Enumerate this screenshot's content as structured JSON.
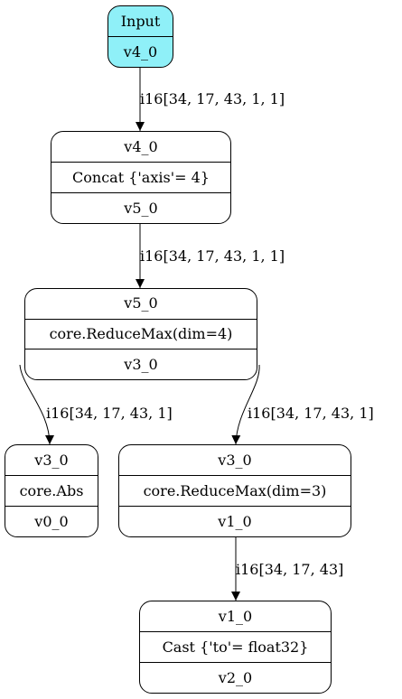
{
  "nodes": {
    "input": {
      "rows": [
        "Input",
        "v4_0"
      ],
      "fill": "#8ff0f8"
    },
    "concat": {
      "rows": [
        "v4_0",
        "Concat {'axis'= 4}",
        "v5_0"
      ]
    },
    "reduce4": {
      "rows": [
        "v5_0",
        "core.ReduceMax(dim=4)",
        "v3_0"
      ]
    },
    "abs": {
      "rows": [
        "v3_0",
        "core.Abs",
        "v0_0"
      ]
    },
    "reduce3": {
      "rows": [
        "v3_0",
        "core.ReduceMax(dim=3)",
        "v1_0"
      ]
    },
    "cast": {
      "rows": [
        "v1_0",
        "Cast {'to'= float32}",
        "v2_0"
      ]
    }
  },
  "edges": {
    "input_concat": "i16[34, 17, 43, 1, 1]",
    "concat_reduce4": "i16[34, 17, 43, 1, 1]",
    "reduce4_abs": "i16[34, 17, 43, 1]",
    "reduce4_reduce3": "i16[34, 17, 43, 1]",
    "reduce3_cast": "i16[34, 17, 43]"
  }
}
